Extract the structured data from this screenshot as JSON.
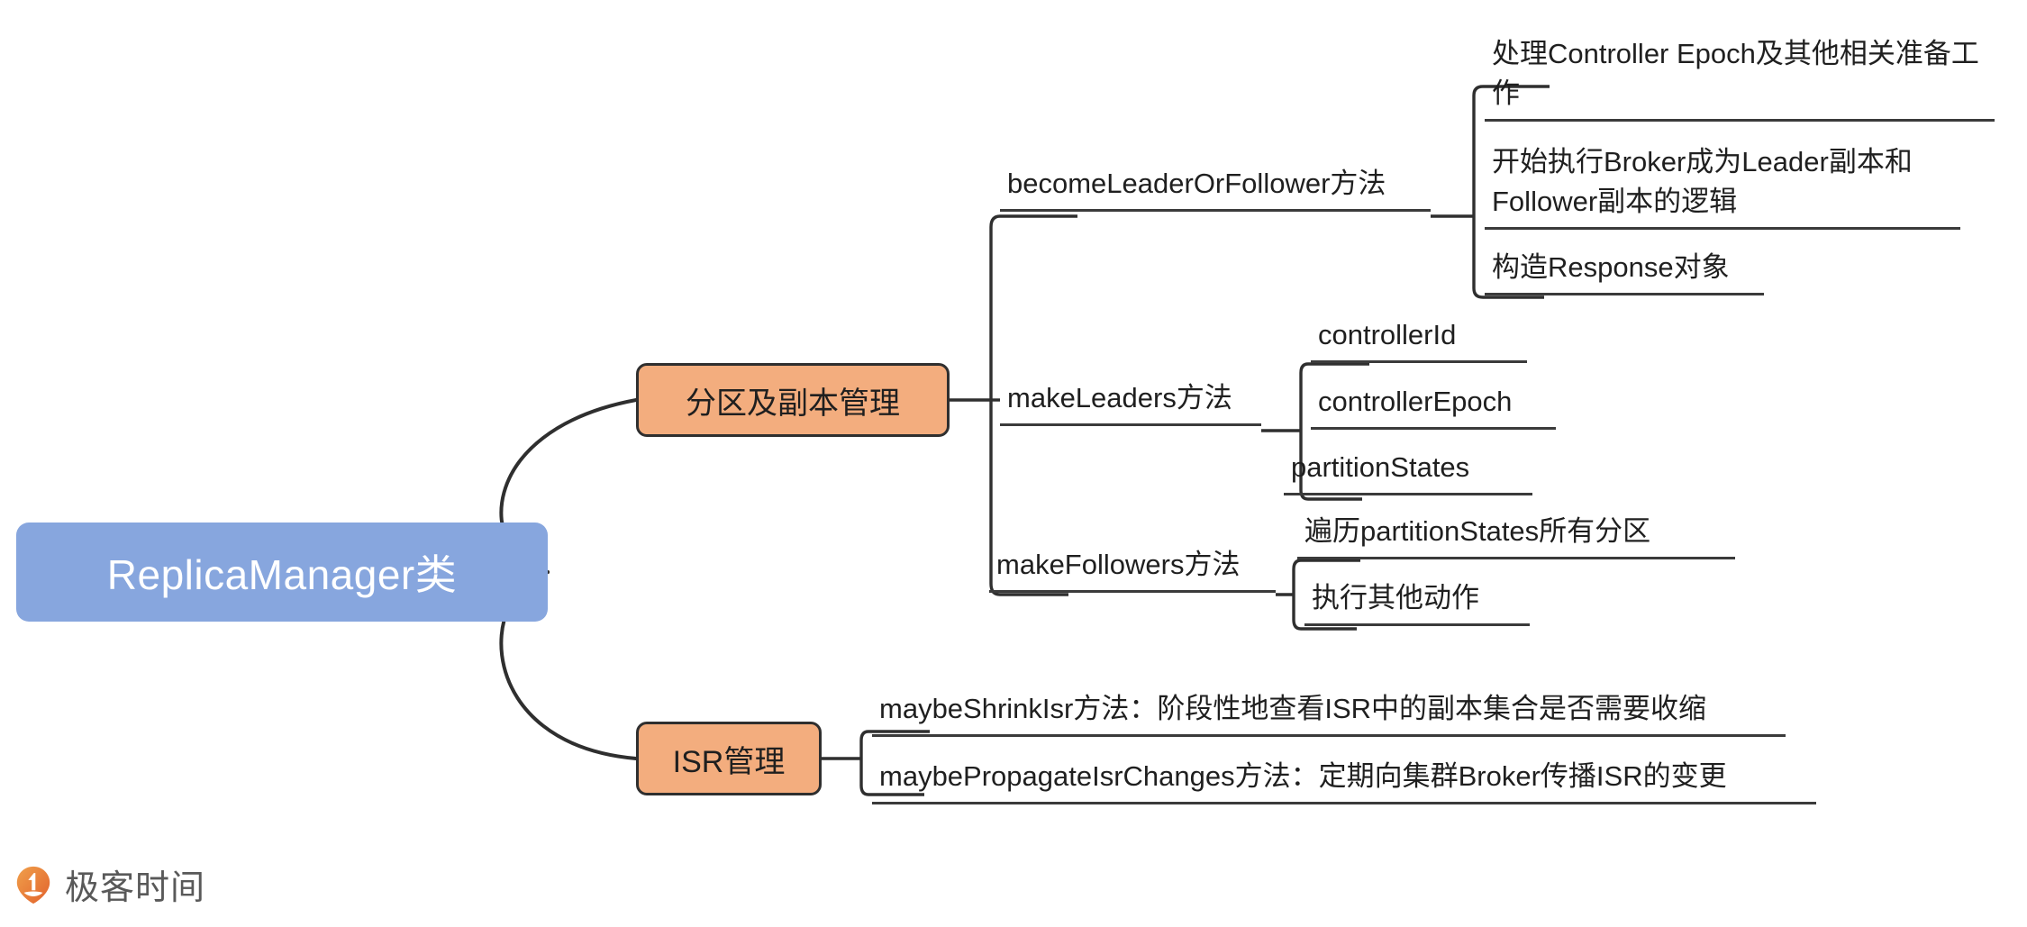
{
  "diagram": {
    "type": "mindmap",
    "root": {
      "label": "ReplicaManager类",
      "color": "#87A6DE",
      "text_color": "#FFFFFF"
    },
    "branch_color": "#F3AD7E",
    "branches": [
      {
        "label": "分区及副本管理",
        "children": [
          {
            "label": "becomeLeaderOrFollower方法",
            "children": [
              {
                "label": "处理Controller Epoch及其他相关准备工作"
              },
              {
                "label": "开始执行Broker成为Leader副本和Follower副本的逻辑"
              },
              {
                "label": "构造Response对象"
              }
            ]
          },
          {
            "label": "makeLeaders方法",
            "children": [
              {
                "label": "controllerId"
              },
              {
                "label": "controllerEpoch"
              },
              {
                "label": "partitionStates"
              }
            ]
          },
          {
            "label": "makeFollowers方法",
            "children": [
              {
                "label": "遍历partitionStates所有分区"
              },
              {
                "label": "执行其他动作"
              }
            ]
          }
        ]
      },
      {
        "label": "ISR管理",
        "children": [
          {
            "label": "maybeShrinkIsr方法：阶段性地查看ISR中的副本集合是否需要收缩"
          },
          {
            "label": "maybePropagateIsrChanges方法：定期向集群Broker传播ISR的变更"
          }
        ]
      }
    ]
  },
  "footer": {
    "logo_text": "极客时间",
    "logo_icon": "geektime-pin-icon",
    "logo_color": "#E8703A"
  }
}
